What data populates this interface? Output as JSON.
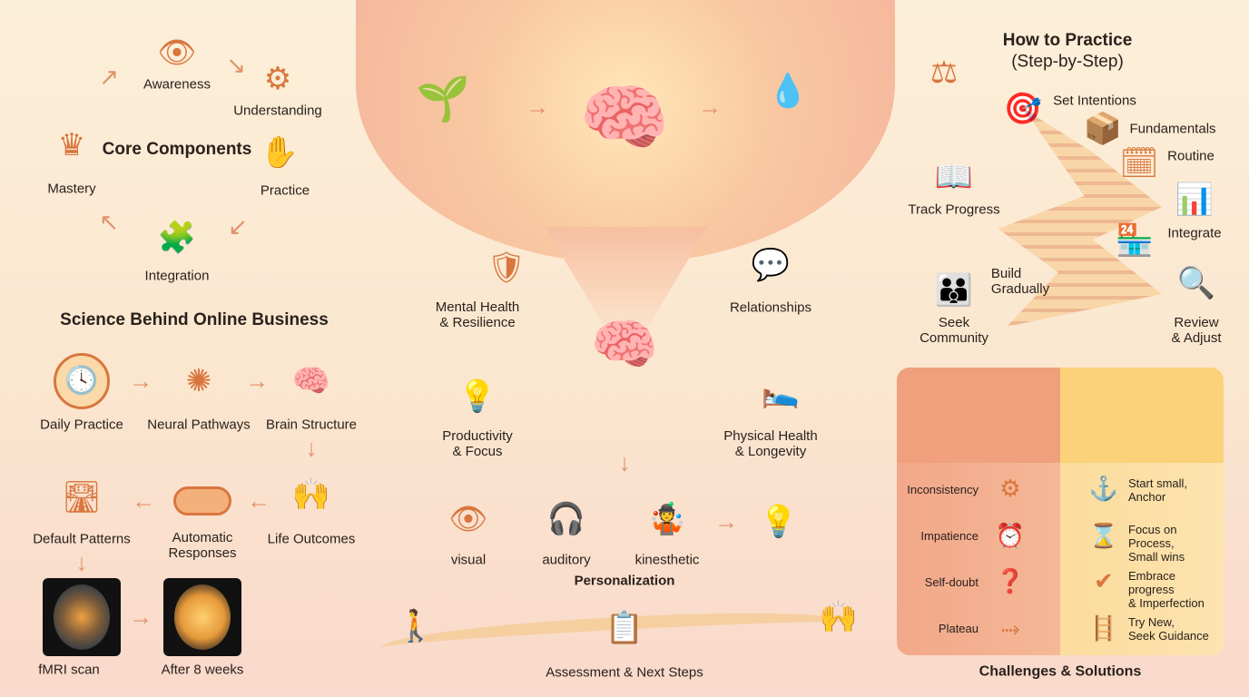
{
  "core": {
    "title": "Core Components",
    "items": [
      "Awareness",
      "Understanding",
      "Practice",
      "Integration",
      "Mastery"
    ]
  },
  "science": {
    "title": "Science Behind Online Business",
    "items": [
      "Daily Practice",
      "Neural Pathways",
      "Brain Structure",
      "Life Outcomes",
      "Automatic Responses",
      "Default Patterns",
      "fMRI scan",
      "After 8 weeks"
    ]
  },
  "benefits": {
    "mental": "Mental Health\n& Resilience",
    "relationships": "Relationships",
    "productivity": "Productivity\n& Focus",
    "physical": "Physical Health\n& Longevity"
  },
  "personalization": {
    "title": "Personalization",
    "styles": [
      "visual",
      "auditory",
      "kinesthetic"
    ]
  },
  "assessment": "Assessment & Next Steps",
  "practice": {
    "title": "How to Practice",
    "subtitle": "(Step-by-Step)",
    "steps": [
      "Set Intentions",
      "Fundamentals",
      "Routine",
      "Track Progress",
      "Integrate",
      "Build\nGradually",
      "Seek\nCommunity",
      "Review\n& Adjust"
    ]
  },
  "challenges": {
    "title": "Challenges & Solutions",
    "problems": [
      "Inconsistency",
      "Impatience",
      "Self-doubt",
      "Plateau"
    ],
    "solutions": [
      "Start small,\nAnchor",
      "Focus on Process,\nSmall wins",
      "Embrace progress\n& Imperfection",
      "Try New,\nSeek Guidance"
    ]
  },
  "colors": {
    "accent": "#d9763e",
    "bg": "#fcefd9"
  }
}
